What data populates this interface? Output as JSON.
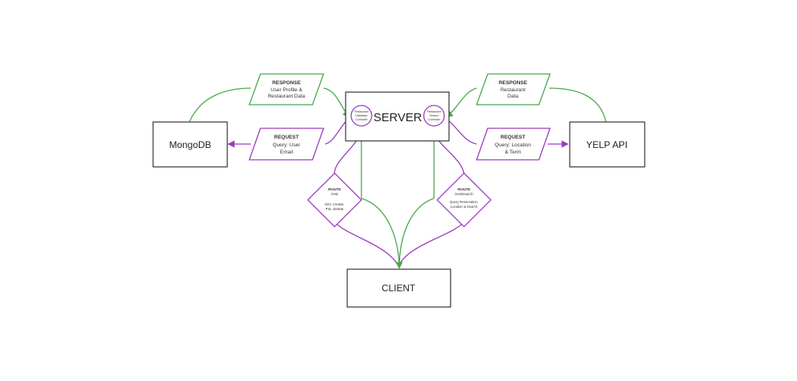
{
  "colors": {
    "green": "#4aa84a",
    "purple": "#9b3cc0",
    "box_stroke": "#333333"
  },
  "nodes": {
    "server": "SERVER",
    "mongodb": "MongoDB",
    "yelp": "YELP API",
    "client": "CLIENT"
  },
  "controllers": {
    "left": [
      "Restaurant",
      "Database",
      "Controller"
    ],
    "right": [
      "Restaurant",
      "Search",
      "Controller"
    ]
  },
  "messages": {
    "mongo_response": {
      "title": "RESPONSE",
      "lines": [
        "User Profile &",
        "Restaurant Data"
      ]
    },
    "mongo_request": {
      "title": "REQUEST",
      "lines": [
        "Query: User",
        "Email"
      ]
    },
    "yelp_response": {
      "title": "RESPONSE",
      "lines": [
        "Restaurant",
        "Data"
      ]
    },
    "yelp_request": {
      "title": "REQUEST",
      "lines": [
        "Query: Location",
        "& Term"
      ]
    }
  },
  "routes": {
    "left": {
      "title": "ROUTE",
      "sub": "/rest",
      "lines": [
        "Get, Create,",
        "Put, Delete"
      ]
    },
    "right": {
      "title": "ROUTE",
      "sub": "/restSearch",
      "lines": [
        "Query Reservation,",
        "Location & Search"
      ]
    }
  }
}
